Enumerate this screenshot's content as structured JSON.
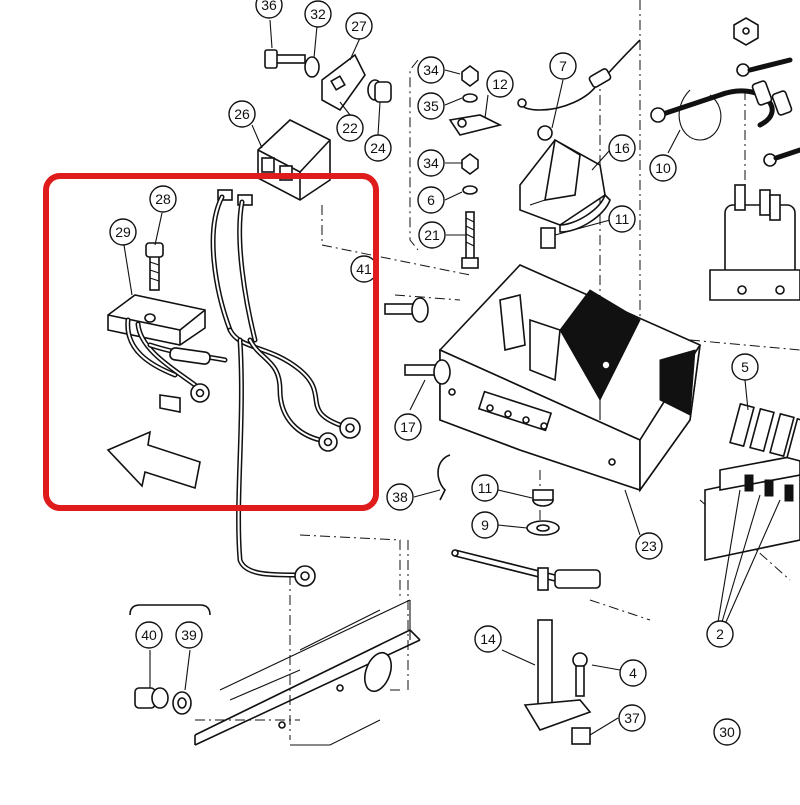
{
  "diagram": {
    "callouts": [
      "36",
      "32",
      "27",
      "26",
      "22",
      "24",
      "34",
      "12",
      "35",
      "6",
      "21",
      "7",
      "16",
      "11",
      "10",
      "28",
      "29",
      "41",
      "17",
      "38",
      "9",
      "23",
      "5",
      "2",
      "40",
      "39",
      "14",
      "4",
      "37",
      "30"
    ],
    "highlight_color": "#e01b1b"
  }
}
